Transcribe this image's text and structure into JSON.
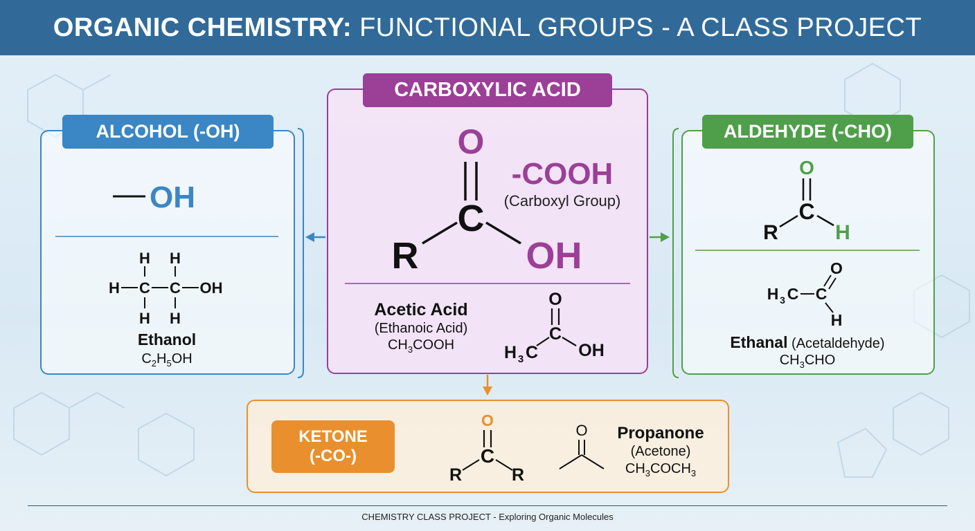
{
  "header": {
    "title_bold": "ORGANIC CHEMISTRY:",
    "title_rest": " FUNCTIONAL GROUPS - A CLASS PROJECT"
  },
  "colors": {
    "alcohol": "#3b86c4",
    "acid": "#9b3f97",
    "aldehyde": "#4f9f4a",
    "ketone": "#e98f2d",
    "header": "#316a98"
  },
  "alcohol": {
    "tag": "ALCOHOL (-OH)",
    "group_symbol": "OH",
    "example_name": "Ethanol",
    "formula": {
      "a": "C",
      "s1": "2",
      "b": "H",
      "s2": "5",
      "c": "OH"
    },
    "atoms": {
      "h": "H",
      "c": "C",
      "oh": "OH"
    }
  },
  "acid": {
    "tag": "CARBOXYLIC ACID",
    "group": "-COOH",
    "group_desc": "(Carboxyl Group)",
    "atoms": {
      "o": "O",
      "c": "C",
      "r": "R",
      "oh": "OH",
      "h": "H"
    },
    "example_name": "Acetic Acid",
    "example_alt": "(Ethanoic Acid)",
    "formula": {
      "a": "CH",
      "s1": "3",
      "b": "COOH"
    }
  },
  "aldehyde": {
    "tag": "ALDEHYDE (-CHO)",
    "atoms": {
      "o": "O",
      "c": "C",
      "r": "R",
      "h": "H"
    },
    "example_name": "Ethanal",
    "example_alt": " (Acetaldehyde)",
    "formula": {
      "a": "CH",
      "s1": "3",
      "b": "CHO"
    }
  },
  "ketone": {
    "tag_line1": "KETONE",
    "tag_line2": "(-CO-)",
    "atoms": {
      "o": "O",
      "c": "C",
      "r": "R"
    },
    "example_name": "Propanone",
    "example_alt": "(Acetone)",
    "formula": {
      "a": "CH",
      "s1": "3",
      "b": "COCH",
      "s2": "3"
    }
  },
  "footer": "CHEMISTRY CLASS PROJECT - Exploring Organic Molecules"
}
